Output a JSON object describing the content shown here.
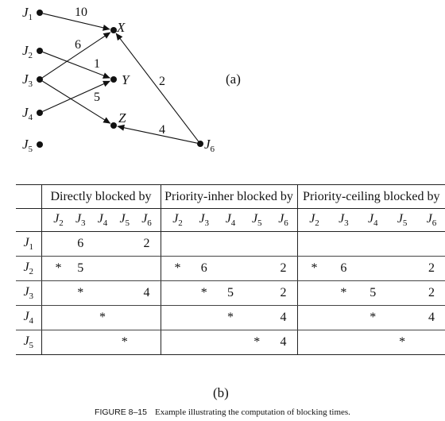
{
  "part_a_label": "(a)",
  "part_b_label": "(b)",
  "graph": {
    "nodes": [
      {
        "id": "J1",
        "base": "J",
        "sub": "1"
      },
      {
        "id": "J2",
        "base": "J",
        "sub": "2"
      },
      {
        "id": "J3",
        "base": "J",
        "sub": "3"
      },
      {
        "id": "J4",
        "base": "J",
        "sub": "4"
      },
      {
        "id": "J5",
        "base": "J",
        "sub": "5"
      },
      {
        "id": "X",
        "base": "X",
        "sub": ""
      },
      {
        "id": "Y",
        "base": "Y",
        "sub": ""
      },
      {
        "id": "Z",
        "base": "Z",
        "sub": ""
      },
      {
        "id": "J6",
        "base": "J",
        "sub": "6"
      }
    ],
    "edges": [
      {
        "from": "J1",
        "to": "X",
        "weight": "10"
      },
      {
        "from": "J3",
        "to": "X",
        "weight": "6"
      },
      {
        "from": "J2",
        "to": "Y",
        "weight": "1"
      },
      {
        "from": "J4",
        "to": "Y",
        "weight": "5"
      },
      {
        "from": "J3",
        "to": "Z",
        "weight": ""
      },
      {
        "from": "J6",
        "to": "X",
        "weight": "2"
      },
      {
        "from": "J6",
        "to": "Z",
        "weight": "4"
      }
    ]
  },
  "table": {
    "groups": [
      "Directly blocked by",
      "Priority-inher blocked by",
      "Priority-ceiling blocked  by"
    ],
    "column_jobs": [
      "2",
      "3",
      "4",
      "5",
      "6"
    ],
    "rows": [
      {
        "job": "1",
        "direct": [
          "",
          "6",
          "",
          "",
          "2"
        ],
        "inherit": [
          "",
          "",
          "",
          "",
          ""
        ],
        "ceiling": [
          "",
          "",
          "",
          "",
          ""
        ]
      },
      {
        "job": "2",
        "direct": [
          "*",
          "5",
          "",
          "",
          ""
        ],
        "inherit": [
          "*",
          "6",
          "",
          "",
          "2"
        ],
        "ceiling": [
          "*",
          "6",
          "",
          "",
          "2"
        ]
      },
      {
        "job": "3",
        "direct": [
          "",
          "*",
          "",
          "",
          "4"
        ],
        "inherit": [
          "",
          "*",
          "5",
          "",
          "2"
        ],
        "ceiling": [
          "",
          "*",
          "5",
          "",
          "2"
        ]
      },
      {
        "job": "4",
        "direct": [
          "",
          "",
          "*",
          "",
          ""
        ],
        "inherit": [
          "",
          "",
          "*",
          "",
          "4"
        ],
        "ceiling": [
          "",
          "",
          "*",
          "",
          "4"
        ]
      },
      {
        "job": "5",
        "direct": [
          "",
          "",
          "",
          "*",
          ""
        ],
        "inherit": [
          "",
          "",
          "",
          "*",
          "4"
        ],
        "ceiling": [
          "",
          "",
          "",
          "*",
          ""
        ]
      }
    ]
  },
  "caption": {
    "figure": "FIGURE 8–15",
    "text": "Example illustrating the computation of blocking times."
  }
}
